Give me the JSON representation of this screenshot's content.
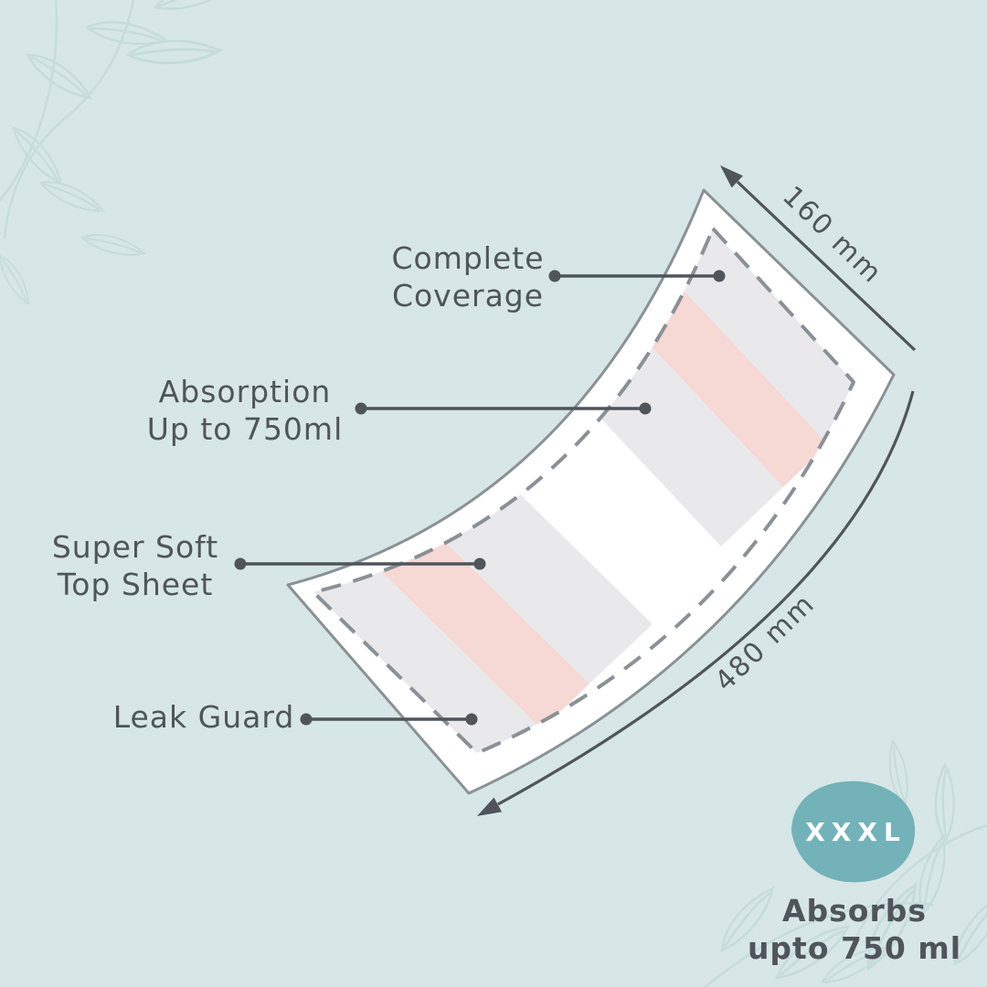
{
  "features": [
    {
      "name": "complete-coverage",
      "lines": [
        "Complete",
        "Coverage"
      ]
    },
    {
      "name": "absorption",
      "lines": [
        "Absorption",
        "Up to 750ml"
      ]
    },
    {
      "name": "super-soft",
      "lines": [
        "Super Soft",
        "Top Sheet"
      ]
    },
    {
      "name": "leak-guard",
      "lines": [
        "Leak Guard"
      ]
    }
  ],
  "dimensions": {
    "width_label": "160 mm",
    "length_label": "480 mm"
  },
  "badge": {
    "size_label": "XXXL"
  },
  "absorbency": {
    "lines": [
      "Absorbs",
      "upto 750 ml"
    ]
  },
  "colors": {
    "background": "#d7e6e6",
    "leaf_outline": "#c5dcdc",
    "pad_outline_gray": "#8a9196",
    "stripe_gray": "#e9e9ec",
    "stripe_pink": "#f6d8d5",
    "ink_text": "#4f555a",
    "badge_teal": "#73b2b8"
  }
}
